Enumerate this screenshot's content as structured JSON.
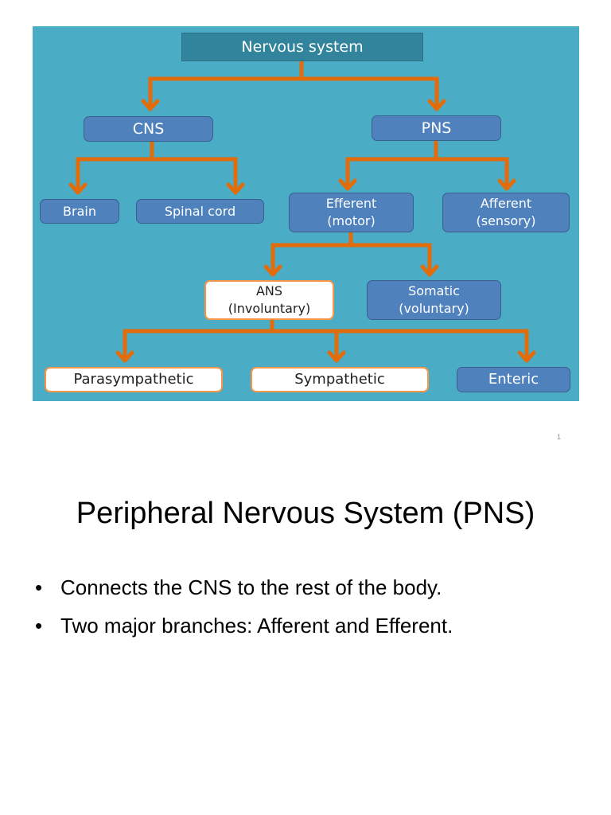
{
  "diagram": {
    "root": "Nervous system",
    "cns": "CNS",
    "pns": "PNS",
    "brain": "Brain",
    "spinal_cord": "Spinal  cord",
    "efferent": "Efferent\n(motor)",
    "afferent": "Afferent\n(sensory)",
    "ans": "ANS\n(Involuntary)",
    "somatic": "Somatic\n(voluntary)",
    "parasympathetic": "Parasympathetic",
    "sympathetic": "Sympathetic",
    "enteric": "Enteric"
  },
  "colors": {
    "background": "#4aacc5",
    "connector": "#e36c0a",
    "node_fill": "#4f81bd",
    "root_fill": "#31849b",
    "highlight_border": "#f79646"
  },
  "slide_number": "1",
  "title": "Peripheral Nervous System (PNS)",
  "bullets": [
    "Connects the CNS to the rest of the body.",
    "Two major branches: Afferent and Efferent."
  ]
}
